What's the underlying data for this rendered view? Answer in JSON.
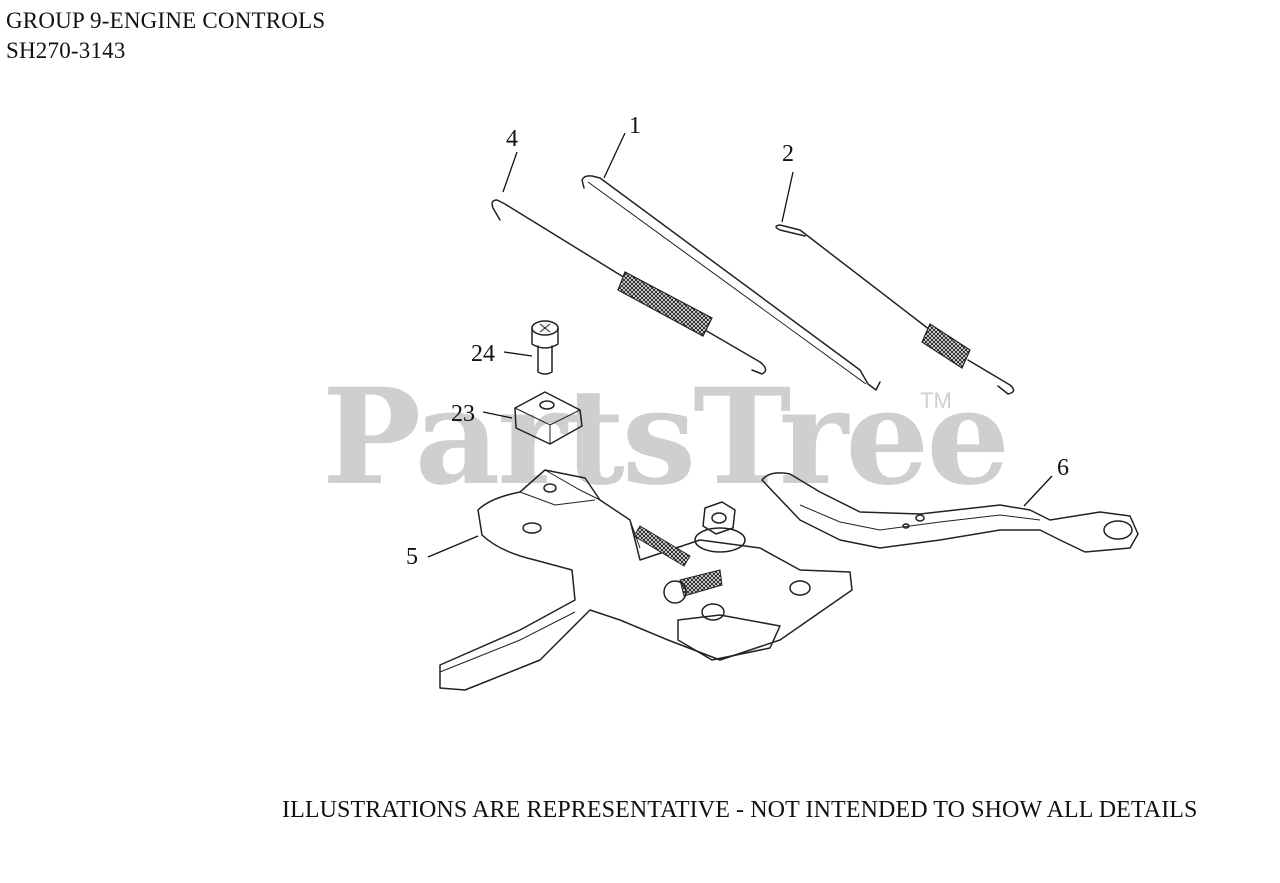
{
  "header": {
    "title": "GROUP 9-ENGINE CONTROLS",
    "model": "SH270-3143"
  },
  "watermark": {
    "brand": "PartsTree",
    "trademark": "TM"
  },
  "callouts": {
    "c1": "1",
    "c2": "2",
    "c4": "4",
    "c5": "5",
    "c6": "6",
    "c23": "23",
    "c24": "24"
  },
  "footer": {
    "disclaimer": "ILLUSTRATIONS ARE REPRESENTATIVE - NOT INTENDED TO SHOW ALL DETAILS"
  }
}
